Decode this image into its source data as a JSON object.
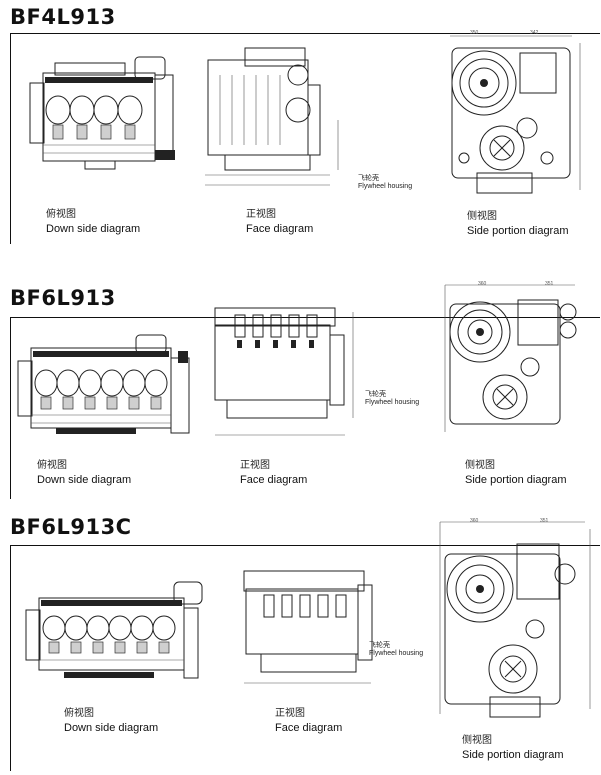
{
  "panels": [
    {
      "model": "BF4L913",
      "views": [
        {
          "zh": "俯视图",
          "en": "Down side diagram"
        },
        {
          "zh": "正视图",
          "en": "Face diagram"
        },
        {
          "zh": "侧视图",
          "en": "Side portion diagram"
        }
      ],
      "flywheel": {
        "zh": "飞轮壳",
        "en": "Flywheel housing"
      },
      "dims": {
        "side_left": "350",
        "side_right": "342"
      }
    },
    {
      "model": "BF6L913",
      "views": [
        {
          "zh": "俯视图",
          "en": "Down side diagram"
        },
        {
          "zh": "正视图",
          "en": "Face diagram"
        },
        {
          "zh": "侧视图",
          "en": "Side portion diagram"
        }
      ],
      "flywheel": {
        "zh": "飞轮壳",
        "en": "Flywheel housing"
      },
      "dims": {
        "side_left": "360",
        "side_right": "351"
      }
    },
    {
      "model": "BF6L913C",
      "views": [
        {
          "zh": "俯视图",
          "en": "Down side diagram"
        },
        {
          "zh": "正视图",
          "en": "Face diagram"
        },
        {
          "zh": "侧视图",
          "en": "Side portion diagram"
        }
      ],
      "flywheel": {
        "zh": "飞轮壳",
        "en": "Flywheel housing"
      },
      "dims": {
        "side_left": "360",
        "side_right": "351"
      }
    }
  ]
}
